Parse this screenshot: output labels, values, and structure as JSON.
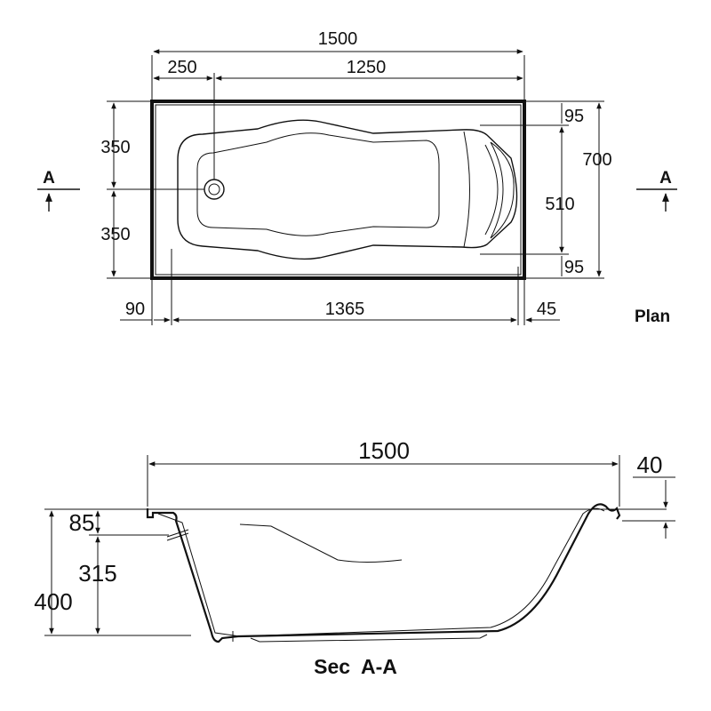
{
  "plan": {
    "label": "Plan",
    "section_marker": "A",
    "dims": {
      "overall_length": "1500",
      "drain_offset": "250",
      "drain_to_end": "1250",
      "half_width_top": "350",
      "half_width_bottom": "350",
      "overall_width": "700",
      "rim_top": "95",
      "inner_width": "510",
      "rim_bottom": "95",
      "left_margin": "90",
      "inner_length": "1365",
      "right_margin": "45"
    }
  },
  "section": {
    "label": "Sec  A-A",
    "dims": {
      "overall_length": "1500",
      "rim_height": "40",
      "lip_depth": "85",
      "inner_depth": "315",
      "overall_height": "400"
    }
  }
}
